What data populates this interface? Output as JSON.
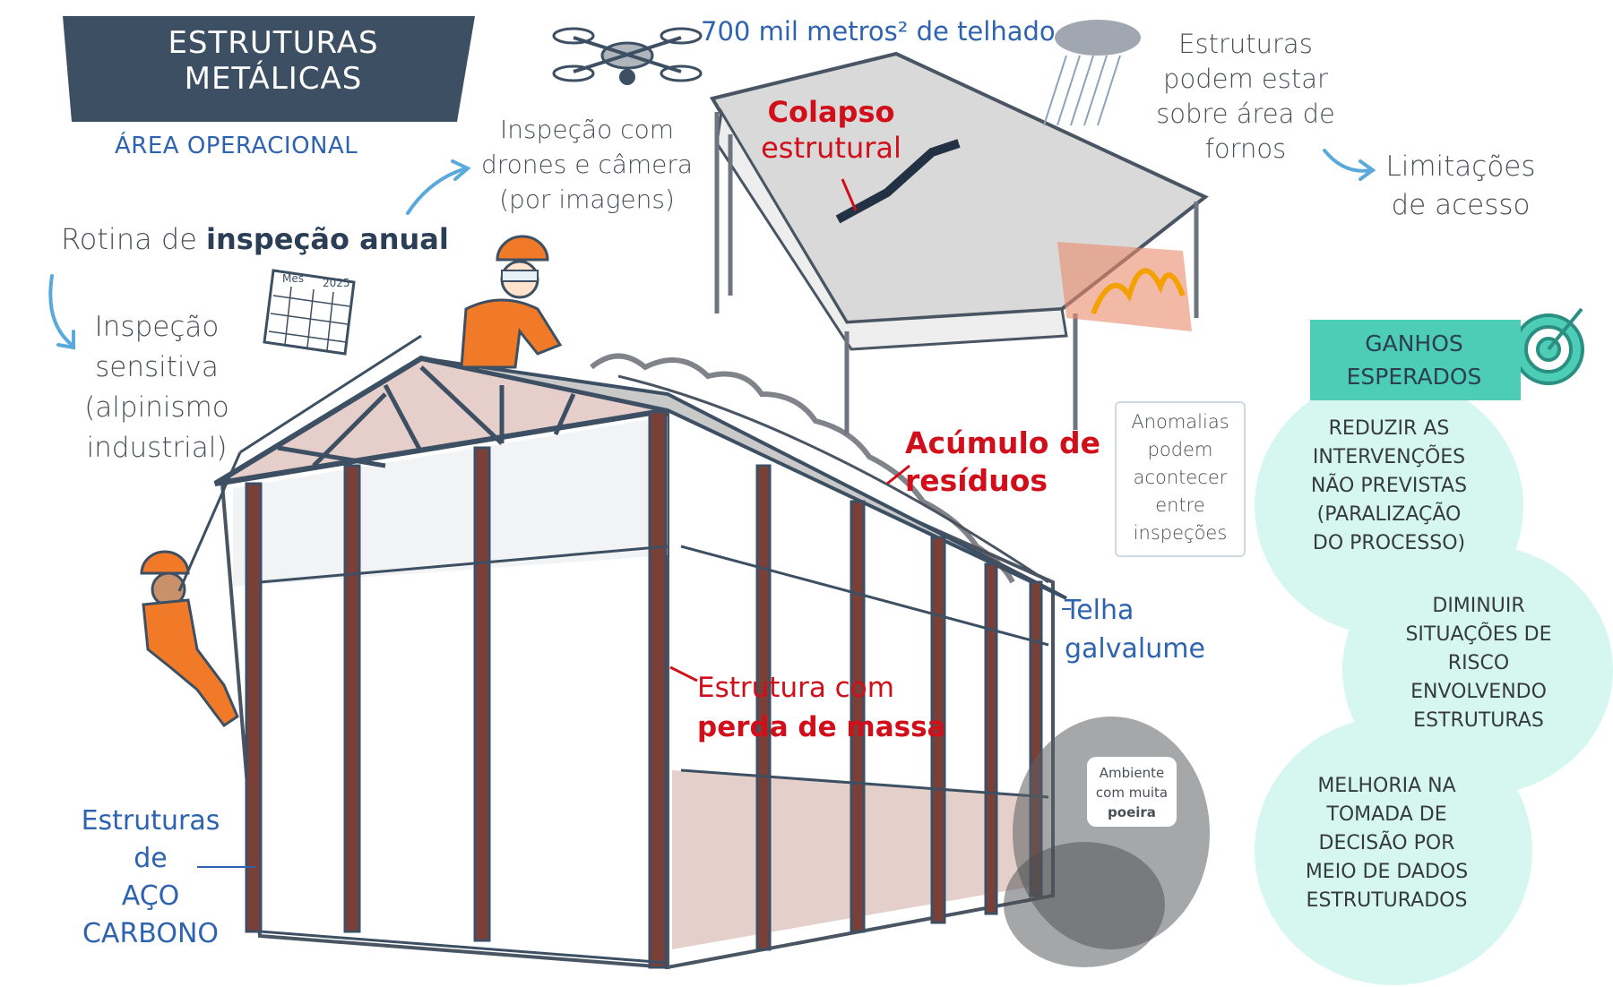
{
  "title": {
    "line1": "ESTRUTURAS",
    "line2": "METÁLICAS"
  },
  "subtitle": "ÁREA OPERACIONAL",
  "roof_area": "700 mil metros² de telhado",
  "drone_inspection": {
    "line1": "Inspeção com",
    "line2": "drones e câmera",
    "line3": "(por imagens)"
  },
  "routine": {
    "prefix": "Rotina de ",
    "bold": "inspeção anual"
  },
  "calendar": {
    "month": "Mês",
    "year": "2025"
  },
  "sensitive_inspection": {
    "line1": "Inspeção",
    "line2": "sensitiva",
    "line3": "(alpinismo",
    "line4": "industrial)"
  },
  "furnace_area": {
    "line1": "Estruturas",
    "line2": "podem estar",
    "line3": "sobre área de",
    "line4": "fornos"
  },
  "access_limit": {
    "line1": "Limitações",
    "line2": "de acesso"
  },
  "collapse": {
    "line1": "Colapso",
    "line2": "estrutural"
  },
  "residue": {
    "line1": "Acúmulo de",
    "line2": "resíduos"
  },
  "mass_loss": {
    "line1": "Estrutura com",
    "line2": "perda de massa"
  },
  "roof_tile": {
    "line1": "Telha",
    "line2": "galvalume"
  },
  "carbon_steel": {
    "line1": "Estruturas de",
    "line2": "AÇO",
    "line3": "CARBONO"
  },
  "anomalies": {
    "line1": "Anomalias",
    "line2": "podem",
    "line3": "acontecer",
    "line4": "entre",
    "line5": "inspeções"
  },
  "dust": {
    "line1": "Ambiente",
    "line2": "com muita",
    "line3": "poeira"
  },
  "gains": {
    "title_line1": "GANHOS",
    "title_line2": "ESPERADOS",
    "items": [
      {
        "lines": [
          "REDUZIR AS",
          "INTERVENÇÕES",
          "NÃO PREVISTAS",
          "(PARALIZAÇÃO",
          "DO PROCESSO)"
        ]
      },
      {
        "lines": [
          "DIMINUIR",
          "SITUAÇÕES DE",
          "RISCO",
          "ENVOLVENDO",
          "ESTRUTURAS"
        ]
      },
      {
        "lines": [
          "MELHORIA NA",
          "TOMADA DE",
          "DECISÃO POR",
          "MEIO DE DADOS",
          "ESTRUTURADOS"
        ]
      }
    ]
  },
  "colors": {
    "banner": "#3d4f63",
    "accent_blue": "#2e63b0",
    "alert_red": "#d10f1a",
    "teal": "#4ecdb6",
    "mint": "#d6f7ef",
    "steel": "#6b3a32"
  }
}
